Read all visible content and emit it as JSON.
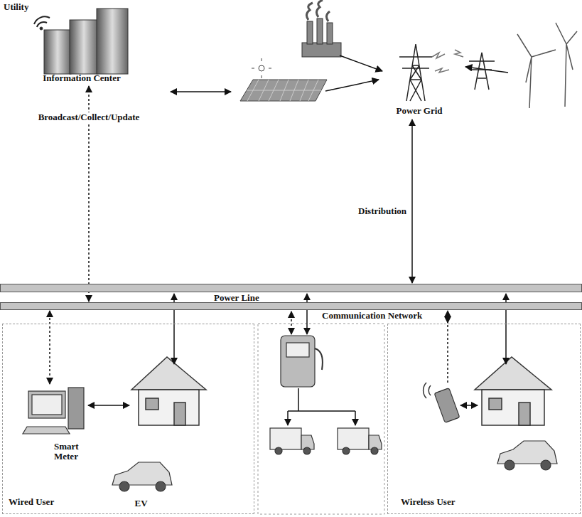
{
  "diagram": {
    "nodes": [
      {
        "text": [
          "Information Center"
        ]
      },
      {
        "text": [
          "Power Grid"
        ]
      },
      {
        "text": [
          "Power Line"
        ]
      },
      {
        "text": [
          "Communication Network"
        ]
      },
      {
        "text": [
          "Wired User"
        ]
      },
      {
        "text": [
          "Smart Meter"
        ],
        "in": 4
      },
      {
        "text": [
          "EV"
        ],
        "in": 4
      },
      {
        "text": [
          "Wireless User"
        ]
      }
    ],
    "edges": [
      {
        "from": 0,
        "to": 3,
        "arrow": "both",
        "label": "Broadcast/Collect/Update"
      },
      {
        "from": 1,
        "to": 2,
        "arrow": "both",
        "label": "Distribution"
      },
      {
        "from": 5,
        "to": 3,
        "arrow": "both"
      },
      {
        "from": 7,
        "to": 3,
        "arrow": "both"
      }
    ],
    "labels": [
      "Utility"
    ]
  }
}
